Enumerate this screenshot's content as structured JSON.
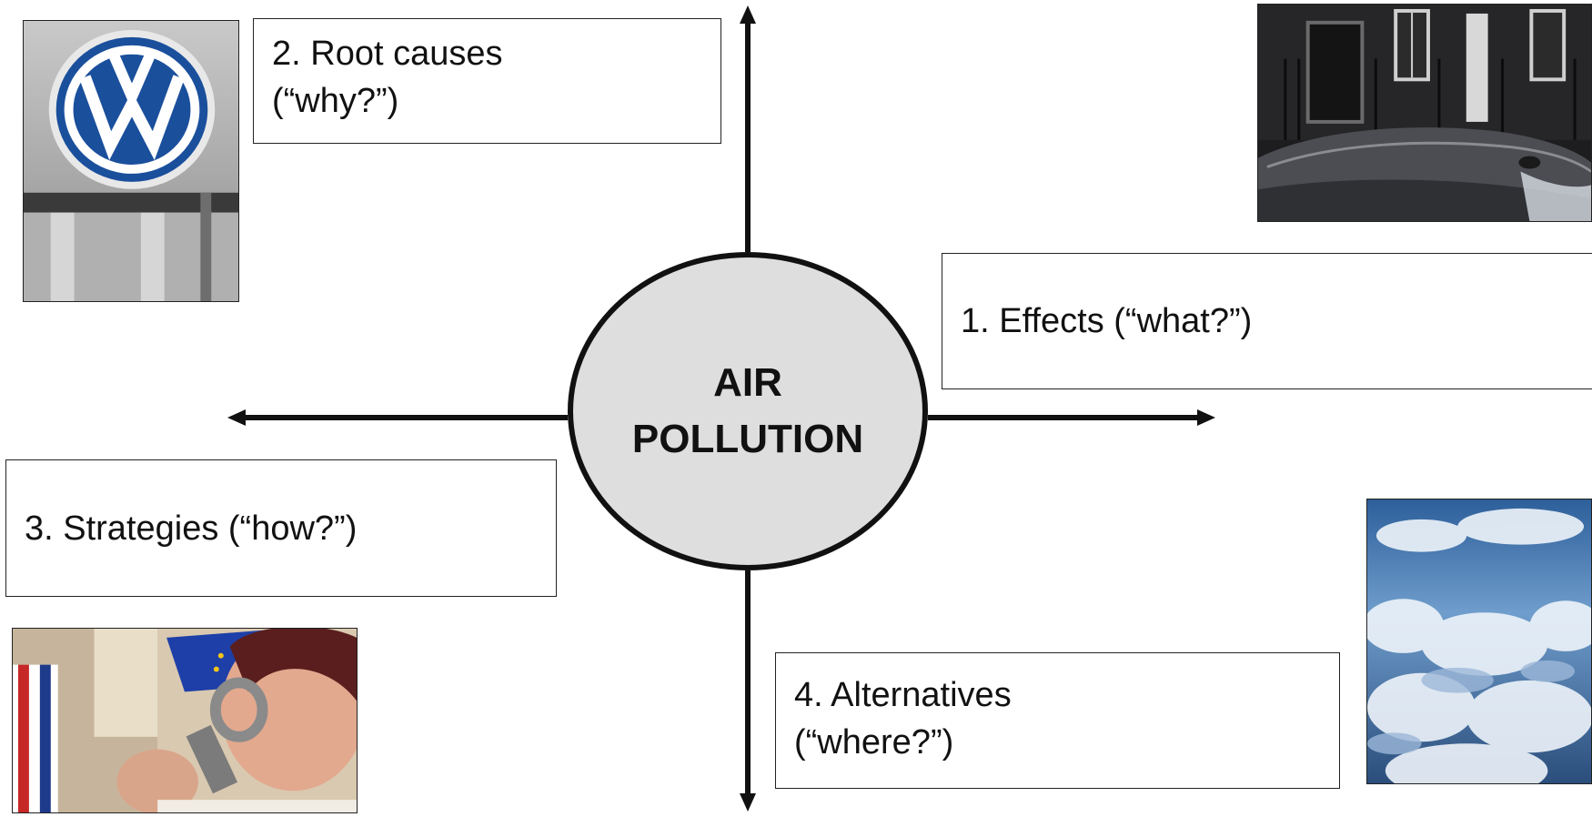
{
  "center": {
    "line1": "AIR",
    "line2": "POLLUTION"
  },
  "boxes": {
    "effects": "1. Effects (“what?”)",
    "root_causes_line1": "2. Root causes",
    "root_causes_line2": "(“why?”)",
    "strategies": "3. Strategies (“how?”)",
    "alternatives_line1": "4. Alternatives",
    "alternatives_line2": "(“where?”)"
  },
  "images": [
    {
      "name": "vw-logo-photo",
      "icon": "vw-logo-icon"
    },
    {
      "name": "car-roof-pollution-photo",
      "icon": "car-icon"
    },
    {
      "name": "protester-photo",
      "icon": "eu-flag-icon"
    },
    {
      "name": "clouds-photo",
      "icon": "cloud-icon"
    }
  ],
  "colors": {
    "circle_fill": "#dedede",
    "outline": "#111111",
    "vw_blue": "#1a4f9c"
  }
}
